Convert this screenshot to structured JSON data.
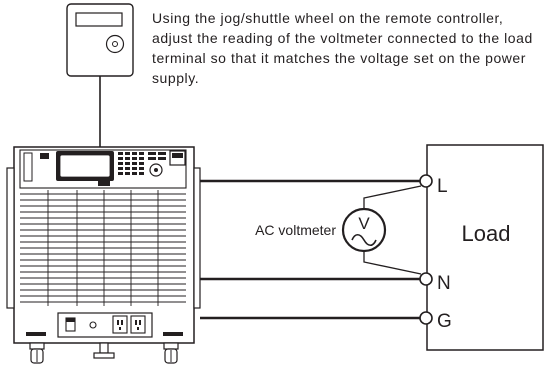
{
  "instruction": {
    "text": "Using the jog/shuttle wheel on the remote controller, adjust the reading of the voltmeter connected to the load terminal so that it matches the voltage set on the power supply."
  },
  "labels": {
    "voltmeter": "AC voltmeter",
    "voltmeter_symbol": "V",
    "load": "Load",
    "terminal_l": "L",
    "terminal_n": "N",
    "terminal_g": "G"
  },
  "colors": {
    "line": "#231f20",
    "background": "#ffffff"
  }
}
